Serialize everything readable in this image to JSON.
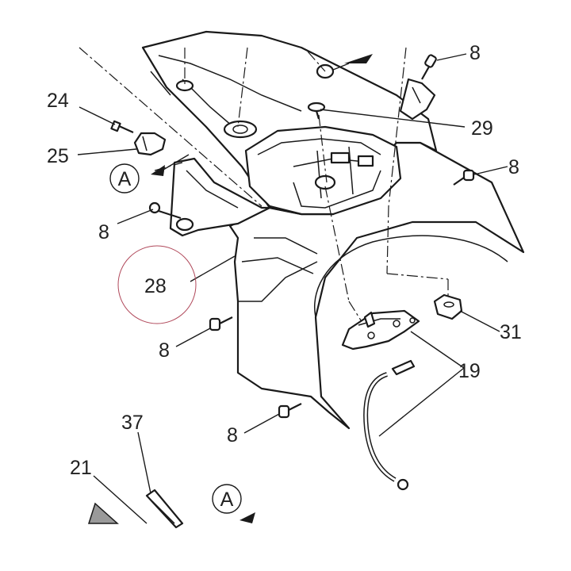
{
  "labels": {
    "p8a": "8",
    "p8b": "8",
    "p8c": "8",
    "p8d": "8",
    "p8e": "8",
    "p19": "19",
    "p21": "21",
    "p24": "24",
    "p25": "25",
    "p28": "28",
    "p29": "29",
    "p31": "31",
    "p37": "37",
    "viewA1": "A",
    "viewA2": "A"
  },
  "colors": {
    "line": "#1a1a1a",
    "highlight": "#b0485a"
  }
}
